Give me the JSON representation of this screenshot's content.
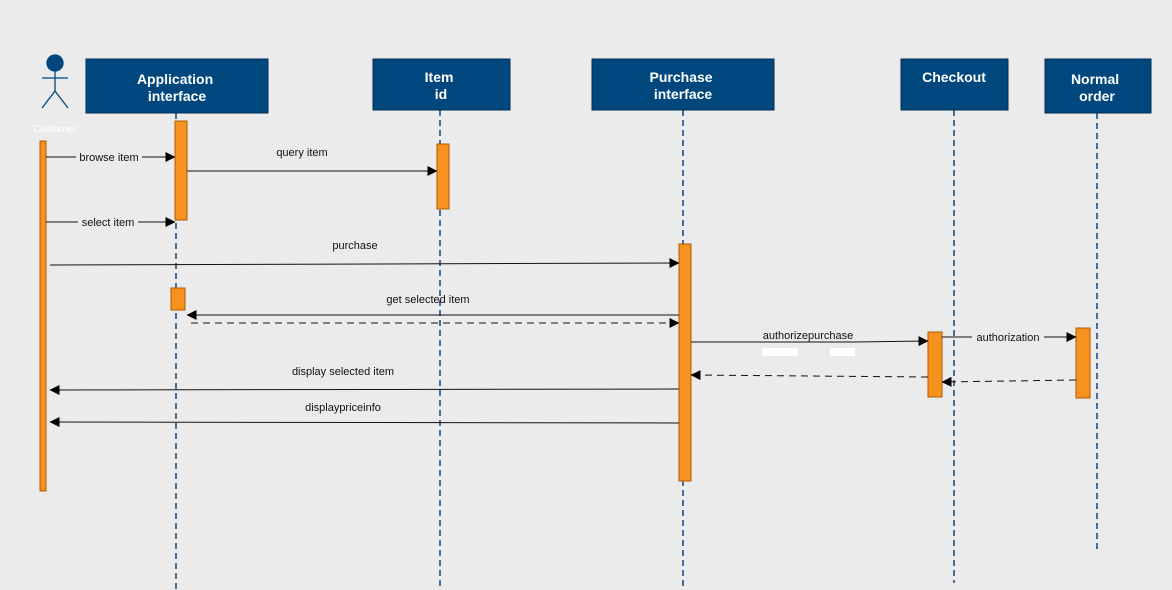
{
  "colors": {
    "background": "#ebebeb",
    "header_fill": "#00477e",
    "header_stroke": "#002f57",
    "header_text": "#ffffff",
    "lifeline": "#1c4f86",
    "activation_fill": "#f5931e",
    "activation_stroke": "#b05a00",
    "message": "#111111"
  },
  "actor": {
    "label": "Customer"
  },
  "participants": [
    {
      "id": "app",
      "lines": [
        "Application",
        "interface"
      ]
    },
    {
      "id": "item",
      "lines": [
        "Item",
        "id"
      ]
    },
    {
      "id": "purchase",
      "lines": [
        "Purchase",
        "interface"
      ]
    },
    {
      "id": "checkout",
      "lines": [
        "Checkout"
      ]
    },
    {
      "id": "normal",
      "lines": [
        "Normal",
        "order"
      ]
    }
  ],
  "messages": [
    {
      "label": "browse item",
      "from": "customer",
      "to": "app",
      "style": "solid"
    },
    {
      "label": "query item",
      "from": "app",
      "to": "item",
      "style": "solid"
    },
    {
      "label": "select item",
      "from": "customer",
      "to": "app",
      "style": "solid"
    },
    {
      "label": "purchase",
      "from": "customer",
      "to": "purchase",
      "style": "solid"
    },
    {
      "label": "get selected item",
      "from": "purchase",
      "to": "app",
      "style": "solid"
    },
    {
      "label": "",
      "from": "app",
      "to": "purchase",
      "style": "dashed"
    },
    {
      "label": "authorizepurchase",
      "from": "purchase",
      "to": "checkout",
      "style": "solid"
    },
    {
      "label": "authorization",
      "from": "checkout",
      "to": "normal",
      "style": "solid"
    },
    {
      "label": "",
      "from": "normal",
      "to": "checkout",
      "style": "dashed"
    },
    {
      "label": "",
      "from": "checkout",
      "to": "purchase",
      "style": "dashed"
    },
    {
      "label": "display selected item",
      "from": "purchase",
      "to": "customer",
      "style": "solid"
    },
    {
      "label": "displaypriceinfo",
      "from": "purchase",
      "to": "customer",
      "style": "solid"
    }
  ]
}
